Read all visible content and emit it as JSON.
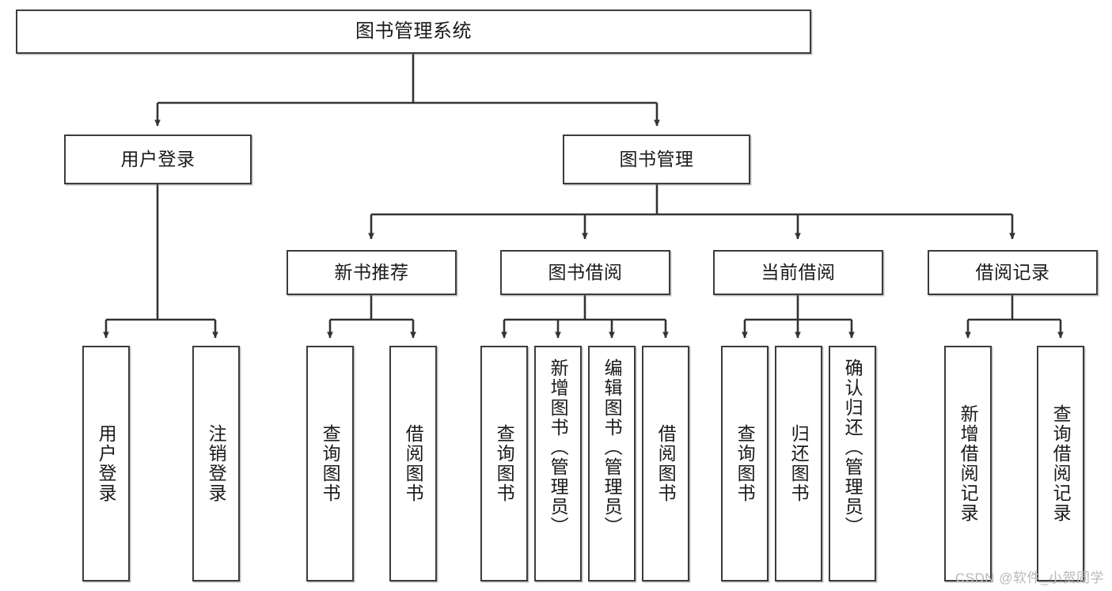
{
  "diagram": {
    "title": "图书管理系统",
    "type": "tree",
    "watermark": "CSDN @软件_小贺同学",
    "colors": {
      "box_border": "#3c3c3c",
      "box_fill": "#ffffff",
      "edge": "#333333",
      "text": "#1a1a1a",
      "watermark": "#b9b9b9"
    },
    "root": {
      "label": "图书管理系统"
    },
    "level2": [
      {
        "id": "user-login",
        "label": "用户登录"
      },
      {
        "id": "book-manage",
        "label": "图书管理"
      }
    ],
    "level3": [
      {
        "id": "new-book-rec",
        "label": "新书推荐"
      },
      {
        "id": "book-borrow",
        "label": "图书借阅"
      },
      {
        "id": "current-borrow",
        "label": "当前借阅"
      },
      {
        "id": "borrow-record",
        "label": "借阅记录"
      }
    ],
    "leaves": {
      "user_login": [
        {
          "id": "leaf-user-login",
          "label": "用户登录"
        },
        {
          "id": "leaf-logout-login",
          "label": "注销登录"
        }
      ],
      "new_book_rec": [
        {
          "id": "leaf-query-book-1",
          "label": "查询图书"
        },
        {
          "id": "leaf-borrow-book-1",
          "label": "借阅图书"
        }
      ],
      "book_borrow": [
        {
          "id": "leaf-query-book-2",
          "label": "查询图书"
        },
        {
          "id": "leaf-add-book",
          "label": "新增图书（管理员）"
        },
        {
          "id": "leaf-edit-book",
          "label": "编辑图书（管理员）"
        },
        {
          "id": "leaf-borrow-book-2",
          "label": "借阅图书"
        }
      ],
      "current_borrow": [
        {
          "id": "leaf-query-book-3",
          "label": "查询图书"
        },
        {
          "id": "leaf-return-book",
          "label": "归还图书"
        },
        {
          "id": "leaf-confirm-return",
          "label": "确认归还（管理员）"
        }
      ],
      "borrow_record": [
        {
          "id": "leaf-add-record",
          "label": "新增借阅记录"
        },
        {
          "id": "leaf-query-record",
          "label": "查询借阅记录"
        }
      ]
    }
  }
}
